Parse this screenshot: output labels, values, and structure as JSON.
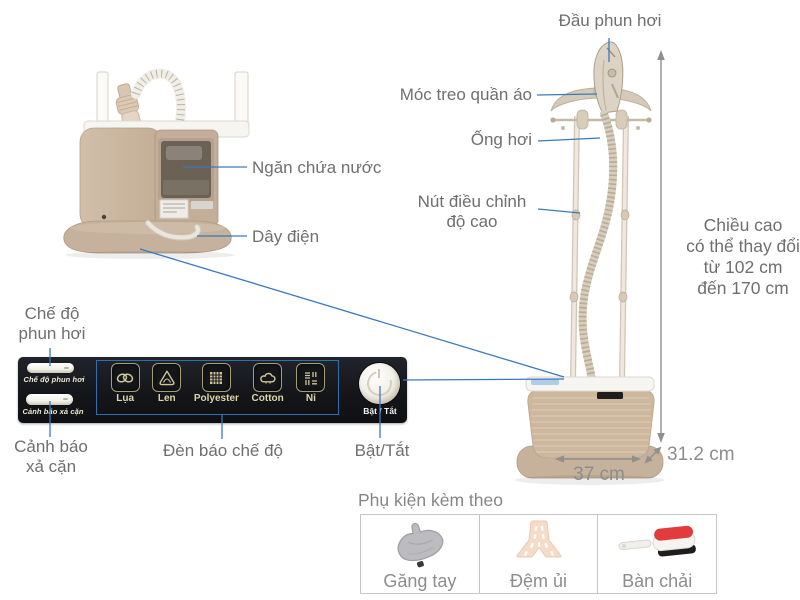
{
  "callouts": {
    "steam_head": "Đầu phun hơi",
    "hanger": "Móc treo quần áo",
    "hose": "Ống hơi",
    "height_knob_l1": "Nút điều chỉnh",
    "height_knob_l2": "độ cao",
    "water_tank": "Ngăn chứa nước",
    "power_cord": "Dây điện",
    "steam_mode_l1": "Chế độ",
    "steam_mode_l2": "phun hơi",
    "descale_l1": "Cảnh báo",
    "descale_l2": "xả cặn",
    "mode_lights": "Đèn báo chế độ",
    "power": "Bật/Tắt"
  },
  "height_note": {
    "l1": "Chiều cao",
    "l2": "có thể thay đổi",
    "l3": "từ  102 cm",
    "l4": "đến 170 cm"
  },
  "dimensions": {
    "width": "37 cm",
    "depth": "31.2 cm"
  },
  "panel": {
    "steam_mode_label": "Chế độ phun hơi",
    "descale_label": "Cảnh báo xả cặn",
    "power_label": "Bật / Tắt",
    "modes": [
      {
        "icon": "silk-icon",
        "label": "Lụa"
      },
      {
        "icon": "wool-icon",
        "label": "Len"
      },
      {
        "icon": "polyester-icon",
        "label": "Polyester"
      },
      {
        "icon": "cotton-icon",
        "label": "Cotton"
      },
      {
        "icon": "felt-icon",
        "label": "Nỉ"
      }
    ]
  },
  "accessories": {
    "title": "Phụ kiện kèm theo",
    "items": [
      {
        "icon": "glove-icon",
        "label": "Găng tay"
      },
      {
        "icon": "pad-icon",
        "label": "Đệm ủi"
      },
      {
        "icon": "brush-icon",
        "label": "Bàn chải"
      }
    ]
  },
  "colors": {
    "leader_blue": "#3a7abc",
    "dimension_gray": "#8f8f8f",
    "label_gray": "#6f6f6f",
    "panel_black": "#14161a",
    "khaki": "#cfc79b",
    "body_tan": "#c9b5a1"
  }
}
